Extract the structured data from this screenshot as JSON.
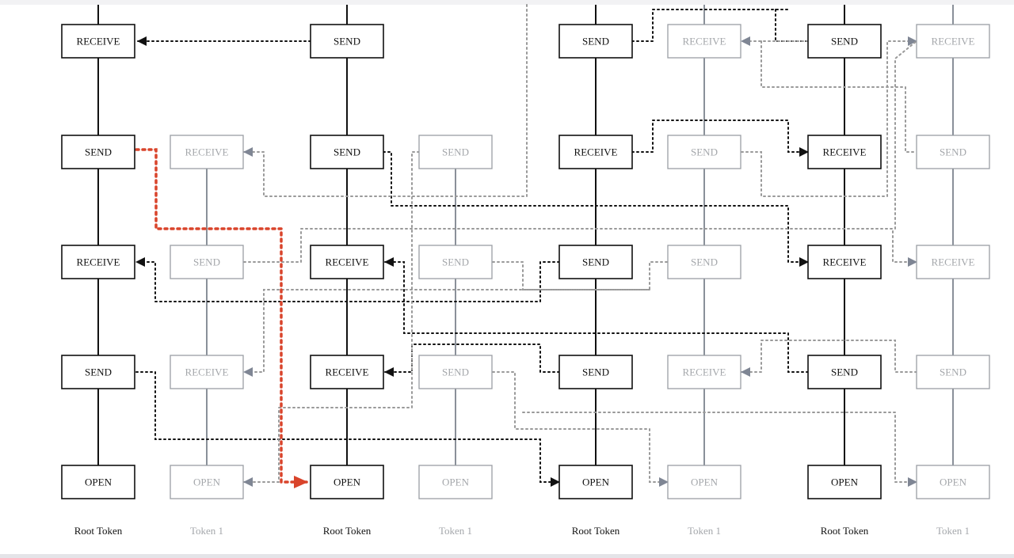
{
  "diagram": {
    "chains": [
      {
        "label": "Root Token",
        "kind": "root",
        "nodes": [
          "RECEIVE",
          "SEND",
          "RECEIVE",
          "SEND",
          "OPEN"
        ]
      },
      {
        "label": "Token 1",
        "kind": "token",
        "nodes": [
          "",
          "RECEIVE",
          "SEND",
          "RECEIVE",
          "OPEN"
        ]
      },
      {
        "label": "Root Token",
        "kind": "root",
        "nodes": [
          "SEND",
          "SEND",
          "RECEIVE",
          "RECEIVE",
          "OPEN"
        ]
      },
      {
        "label": "Token 1",
        "kind": "token",
        "nodes": [
          "",
          "SEND",
          "SEND",
          "SEND",
          "OPEN"
        ]
      },
      {
        "label": "Root Token",
        "kind": "root",
        "nodes": [
          "SEND",
          "RECEIVE",
          "SEND",
          "SEND",
          "OPEN"
        ]
      },
      {
        "label": "Token 1",
        "kind": "token",
        "nodes": [
          "RECEIVE",
          "SEND",
          "SEND",
          "RECEIVE",
          "OPEN"
        ]
      },
      {
        "label": "Root Token",
        "kind": "root",
        "nodes": [
          "SEND",
          "RECEIVE",
          "RECEIVE",
          "SEND",
          "OPEN"
        ]
      },
      {
        "label": "Token 1",
        "kind": "token",
        "nodes": [
          "RECEIVE",
          "SEND",
          "RECEIVE",
          "SEND",
          "OPEN"
        ]
      }
    ],
    "colors": {
      "root": "#111111",
      "token_box": "#9a9ea4",
      "token_text": "#a4a7ab",
      "token_line": "#8a9099",
      "token_arrow": "#7f8694",
      "dotted_gray": "#999999",
      "highlight": "#d9442b",
      "background": "#ffffff"
    }
  }
}
